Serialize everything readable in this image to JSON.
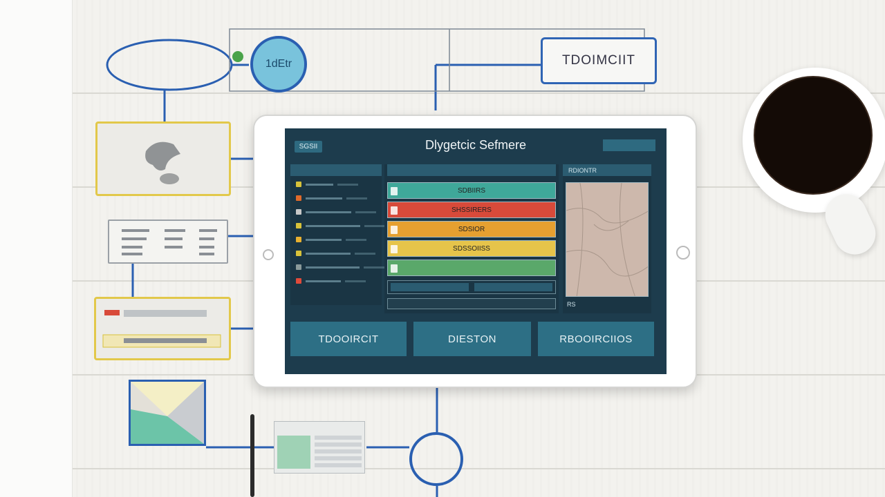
{
  "diagram": {
    "circle_top_label": "1dEtr",
    "box_top_right_label": "TDOIMCIIT"
  },
  "app": {
    "title": "Dlygetcic Sefmere",
    "top_left_badge": "SGSII",
    "top_right_button": "",
    "left_panel": {
      "header": "",
      "rows": [
        {
          "color": "#d8c23a"
        },
        {
          "color": "#e06a2a"
        },
        {
          "color": "#c8c8c8"
        },
        {
          "color": "#d8c23a"
        },
        {
          "color": "#e8b030"
        },
        {
          "color": "#d8c23a"
        },
        {
          "color": "#8a9a9a"
        },
        {
          "color": "#e04a3a"
        }
      ]
    },
    "center_panel": {
      "header": "",
      "bars": [
        {
          "label": "SDBIIRS",
          "color": "#3fa89a"
        },
        {
          "label": "SHSSIRERS",
          "color": "#d84a3a"
        },
        {
          "label": "SDSIOR",
          "color": "#e6a030"
        },
        {
          "label": "SDSSOIISS",
          "color": "#e6c44a"
        },
        {
          "label": "",
          "color": "#5aa86a"
        }
      ]
    },
    "right_panel": {
      "header": "RDIONTR",
      "footer": "RS"
    },
    "buttons": [
      {
        "label": "TDOOIRCIT"
      },
      {
        "label": "DIESTON"
      },
      {
        "label": "RBOOIRCIIOS"
      }
    ]
  }
}
